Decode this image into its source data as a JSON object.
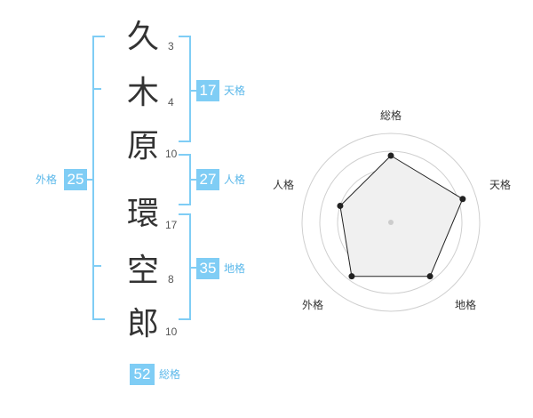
{
  "name_chars": [
    {
      "char": "久",
      "strokes": "3"
    },
    {
      "char": "木",
      "strokes": "4"
    },
    {
      "char": "原",
      "strokes": "10"
    },
    {
      "char": "環",
      "strokes": "17"
    },
    {
      "char": "空",
      "strokes": "8"
    },
    {
      "char": "郎",
      "strokes": "10"
    }
  ],
  "kakusu": {
    "tenkaku": {
      "value": "17",
      "label": "天格"
    },
    "jinkaku": {
      "value": "27",
      "label": "人格"
    },
    "chikaku": {
      "value": "35",
      "label": "地格"
    },
    "gaikaku": {
      "value": "25",
      "label": "外格"
    },
    "soukaku": {
      "value": "52",
      "label": "総格"
    }
  },
  "radar": {
    "labels": [
      "総格",
      "天格",
      "地格",
      "外格",
      "人格"
    ],
    "values": [
      0.75,
      0.85,
      0.75,
      0.75,
      0.6
    ],
    "colors": {
      "line": "#222222",
      "fill": "#f0f0f0",
      "grid": "#cfcfcf"
    }
  },
  "colors": {
    "accent": "#7fcdf5",
    "accent_text": "#5bb8ea"
  }
}
